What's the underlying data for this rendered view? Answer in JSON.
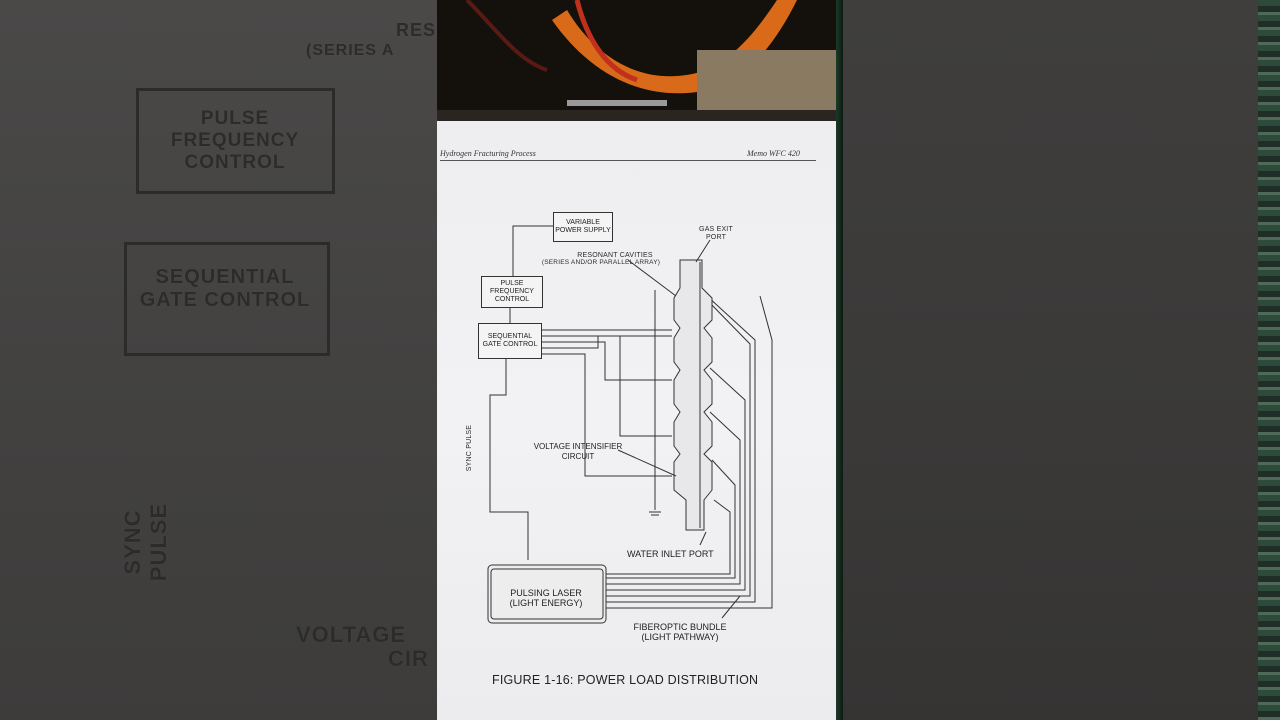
{
  "header": {
    "left": "Hydrogen Fracturing Process",
    "right": "Memo WFC 420"
  },
  "diagram": {
    "variable_power_supply": "VARIABLE POWER SUPPLY",
    "pulse_frequency_control": "PULSE FREQUENCY CONTROL",
    "sequential_gate_control": "SEQUENTIAL GATE CONTROL",
    "resonant_cavities": "RESONANT CAVITIES",
    "resonant_cavities_sub": "(SERIES AND/OR PARALLEL ARRAY)",
    "gas_exit_port": "GAS EXIT PORT",
    "sync_pulse": "SYNC PULSE",
    "voltage_intensifier_circuit": "VOLTAGE INTENSIFIER CIRCUIT",
    "water_inlet_port": "WATER INLET PORT",
    "pulsing_laser": "PULSING LASER (LIGHT ENERGY)",
    "fiberoptic_bundle": "FIBEROPTIC BUNDLE (LIGHT PATHWAY)",
    "figure_caption": "FIGURE 1-16: POWER LOAD DISTRIBUTION"
  },
  "background_blur": {
    "left_pulse": "PULSE FREQUENCY CONTROL",
    "left_sequential": "SEQUENTIAL GATE CONTROL",
    "left_sync": "SYNC PULSE",
    "left_voltage": "VOLTAGE",
    "left_cir": "CIR",
    "left_top_a": "RES",
    "left_top_b": "(SERIES A"
  },
  "colors": {
    "paper": "#f0f0f2",
    "ink": "#2a2a2a",
    "background": "#3a3a3a"
  }
}
